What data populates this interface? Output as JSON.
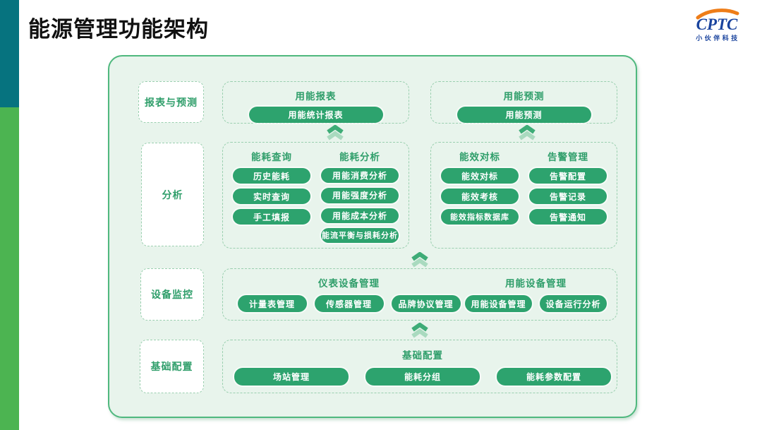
{
  "slide": {
    "title": "能源管理功能架构",
    "logo": {
      "brand": "CPTC",
      "company": "小伙伴科技"
    }
  },
  "colors": {
    "accent_teal": "#06737F",
    "accent_green": "#4CB451",
    "panel_bg": "#E8F4EC",
    "panel_border": "#4FB87E",
    "dashed_border": "#9ACFAF",
    "heading_green": "#2F9E6A",
    "button_green": "#2DA36E",
    "chevron_dark": "#3EAC77",
    "chevron_light": "#A9DABF",
    "logo_blue": "#1A449E",
    "logo_orange": "#EE7D18"
  },
  "diagram": {
    "rows": [
      {
        "label": "报表与预测",
        "boxes": [
          {
            "columns": [
              {
                "title": "用能报表",
                "items": [
                  "用能统计报表"
                ]
              }
            ]
          },
          {
            "columns": [
              {
                "title": "用能预测",
                "items": [
                  "用能预测"
                ]
              }
            ]
          }
        ]
      },
      {
        "label": "分析",
        "boxes": [
          {
            "columns": [
              {
                "title": "能耗查询",
                "items": [
                  "历史能耗",
                  "实时查询",
                  "手工填报"
                ]
              },
              {
                "title": "能耗分析",
                "items": [
                  "用能消费分析",
                  "用能强度分析",
                  "用能成本分析",
                  "能流平衡与损耗分析"
                ]
              }
            ]
          },
          {
            "columns": [
              {
                "title": "能效对标",
                "items": [
                  "能效对标",
                  "能效考核",
                  "能效指标数据库"
                ]
              },
              {
                "title": "告警管理",
                "items": [
                  "告警配置",
                  "告警记录",
                  "告警通知"
                ]
              }
            ]
          }
        ]
      },
      {
        "label": "设备监控",
        "boxes": [
          {
            "columns": [
              {
                "title": "仪表设备管理",
                "items": [
                  "计量表管理",
                  "传感器管理",
                  "品牌协议管理"
                ]
              },
              {
                "title": "用能设备管理",
                "items": [
                  "用能设备管理",
                  "设备运行分析"
                ]
              }
            ]
          }
        ]
      },
      {
        "label": "基础配置",
        "boxes": [
          {
            "columns": [
              {
                "title": "基础配置",
                "items": [
                  "场站管理",
                  "能耗分组",
                  "能耗参数配置"
                ]
              }
            ]
          }
        ]
      }
    ]
  }
}
